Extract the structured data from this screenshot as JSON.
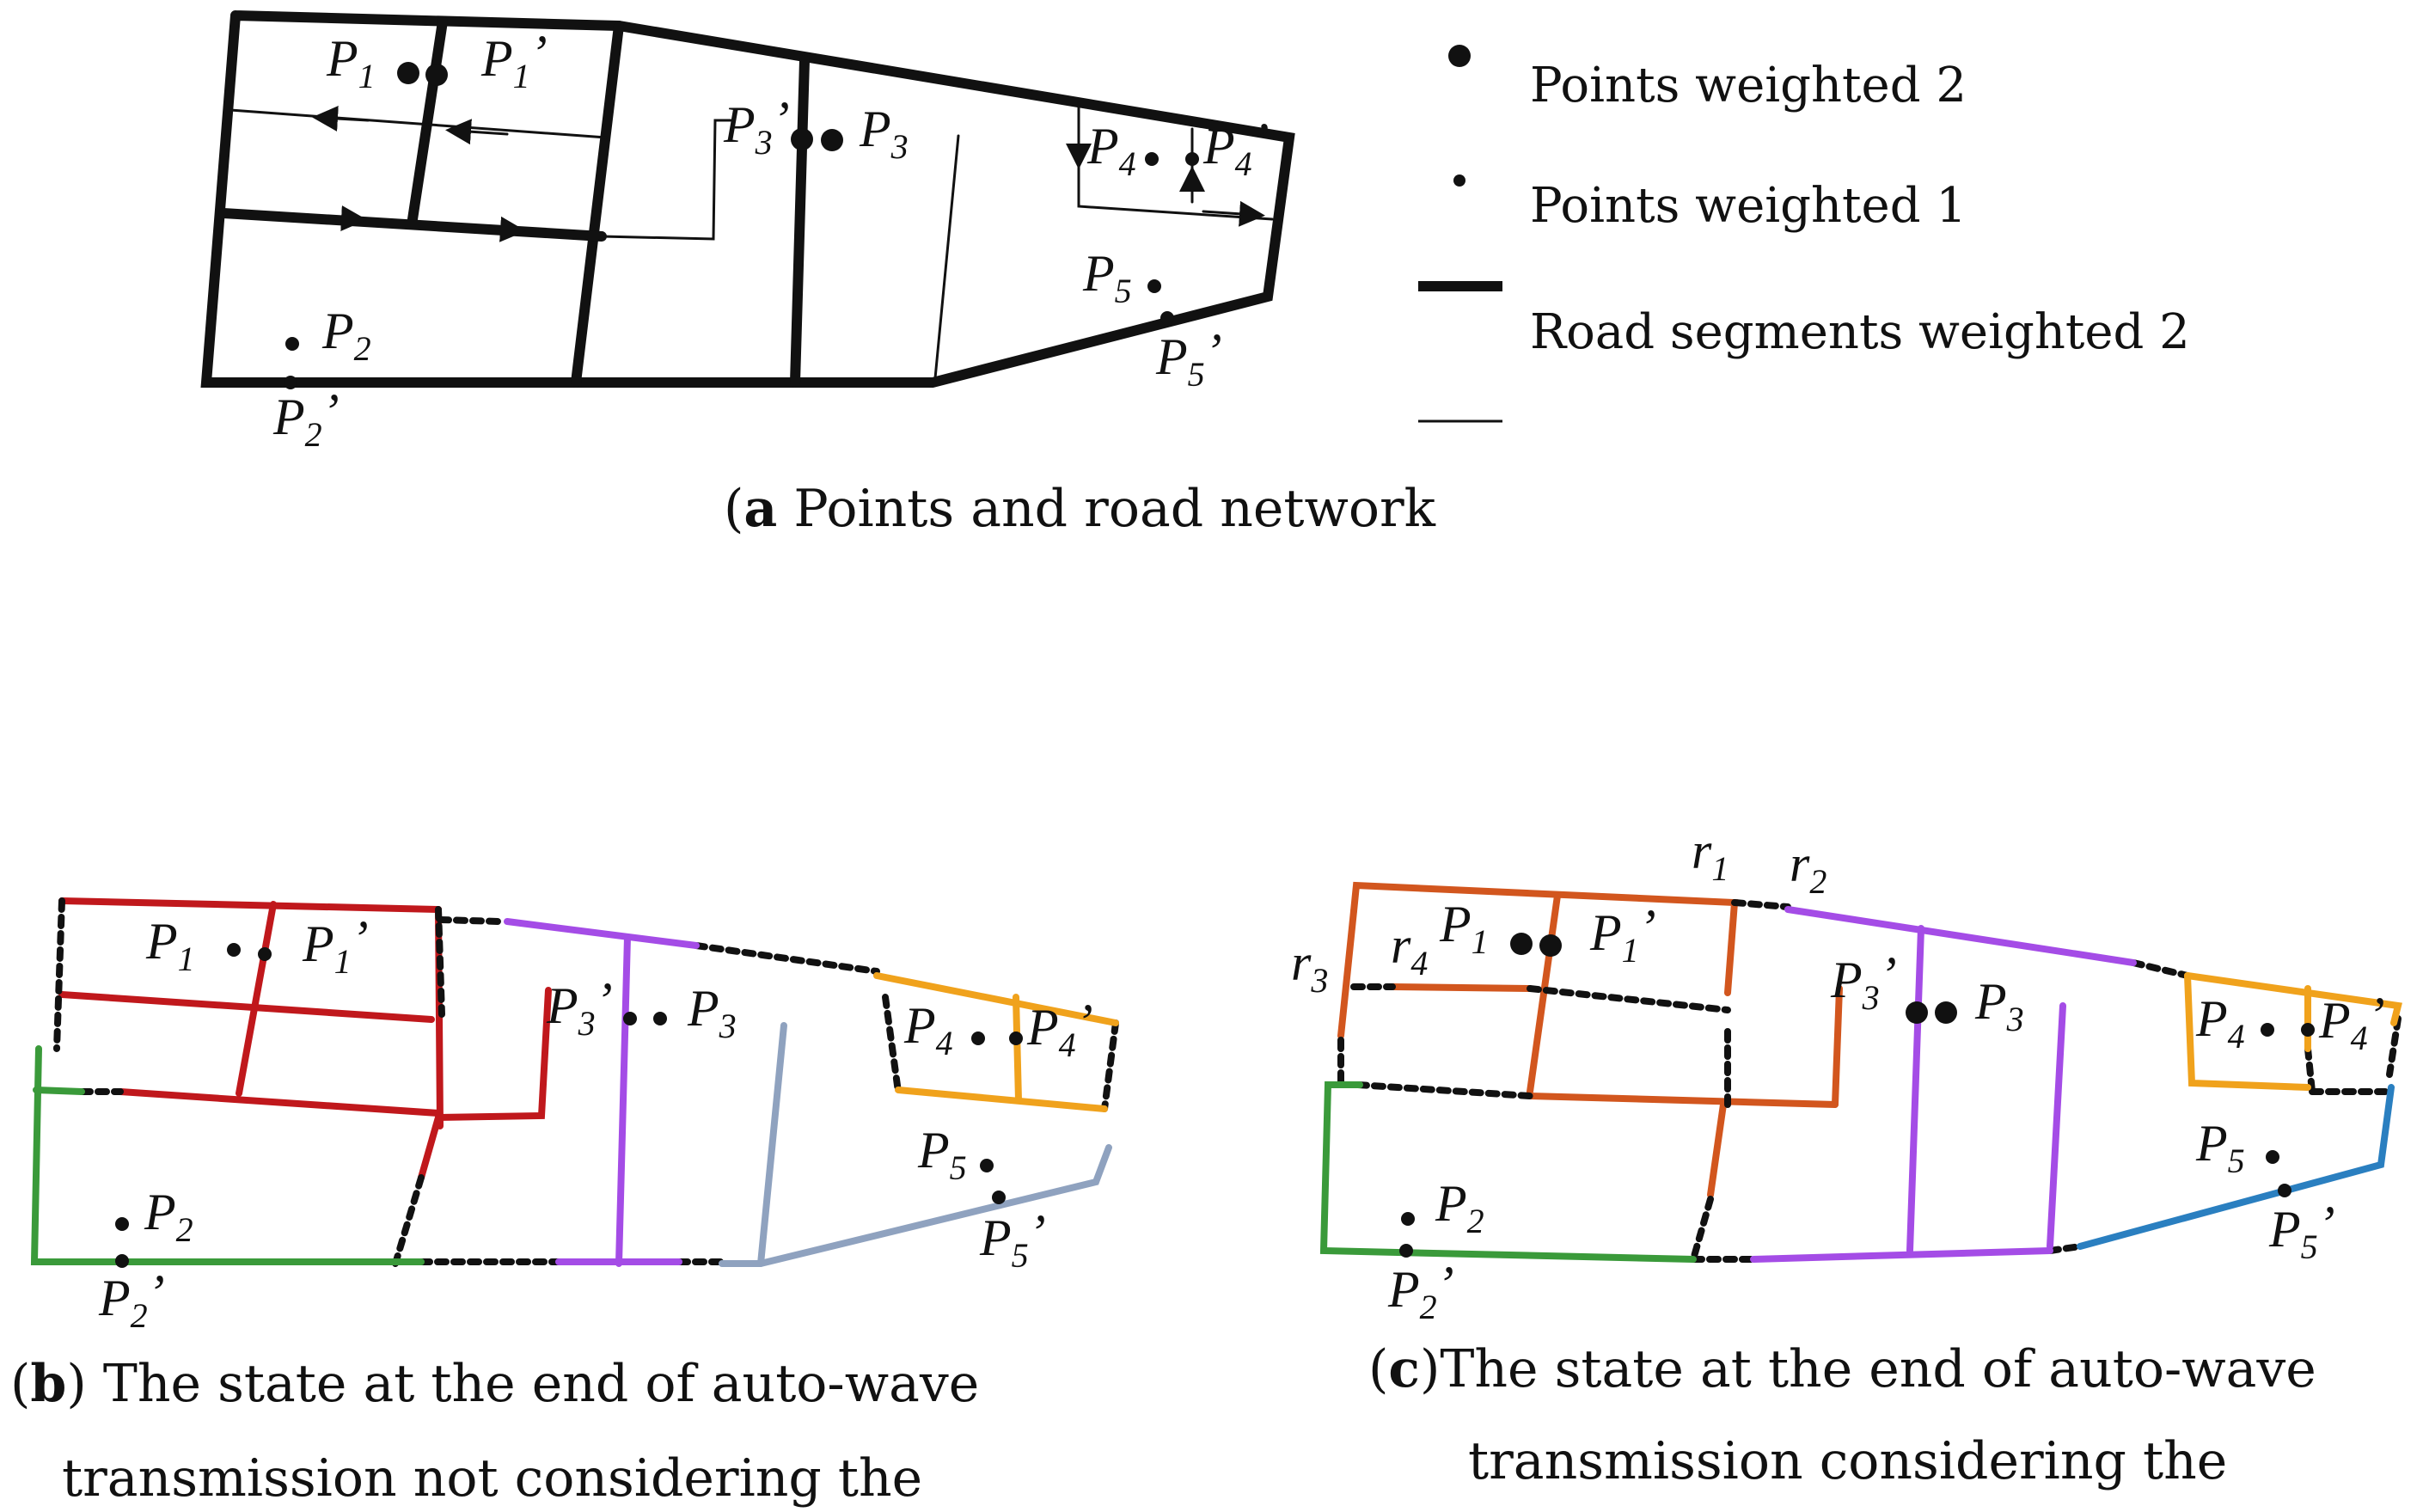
{
  "panel_a": {
    "points": {
      "p1": "P",
      "p1_sub": "1",
      "p1p": "P",
      "p1p_sub": "1",
      "p1p_prime": "’",
      "p2": "P",
      "p2_sub": "2",
      "p2p": "P",
      "p2p_sub": "2",
      "p2p_prime": "’",
      "p3": "P",
      "p3_sub": "3",
      "p3p": "P",
      "p3p_sub": "3",
      "p3p_prime": "’",
      "p4": "P",
      "p4_sub": "4",
      "p4p": "P",
      "p4p_sub": "4",
      "p4p_prime": "’",
      "p5": "P",
      "p5_sub": "5",
      "p5p": "P",
      "p5p_sub": "5",
      "p5p_prime": "’"
    },
    "caption_letter": "a",
    "caption_text": " Points and road network"
  },
  "legend": {
    "points_weighted_2": "Points weighted 2",
    "points_weighted_1": "Points weighted 1",
    "road_segments_weighted_2": "Road segments weighted 2"
  },
  "panel_b": {
    "caption_letter": "b",
    "caption_line1": ") The state at the end of auto-wave",
    "caption_line2": "transmission not considering the"
  },
  "panel_c": {
    "caption_letter": "c",
    "caption_line1": ")The state at the end of auto-wave",
    "caption_line2": "transmission considering the",
    "r_labels": {
      "r1": "r",
      "r1_sub": "1",
      "r2": "r",
      "r2_sub": "2",
      "r3": "r",
      "r3_sub": "3",
      "r4": "r",
      "r4_sub": "4"
    }
  },
  "colors": {
    "black": "#111111",
    "red": "#c0181c",
    "green": "#3a9a3a",
    "purple": "#a44ce6",
    "orange": "#f0a21c",
    "grey_blue": "#8fa2bf",
    "orange_red": "#d2561e",
    "blue": "#2a7fc0"
  }
}
